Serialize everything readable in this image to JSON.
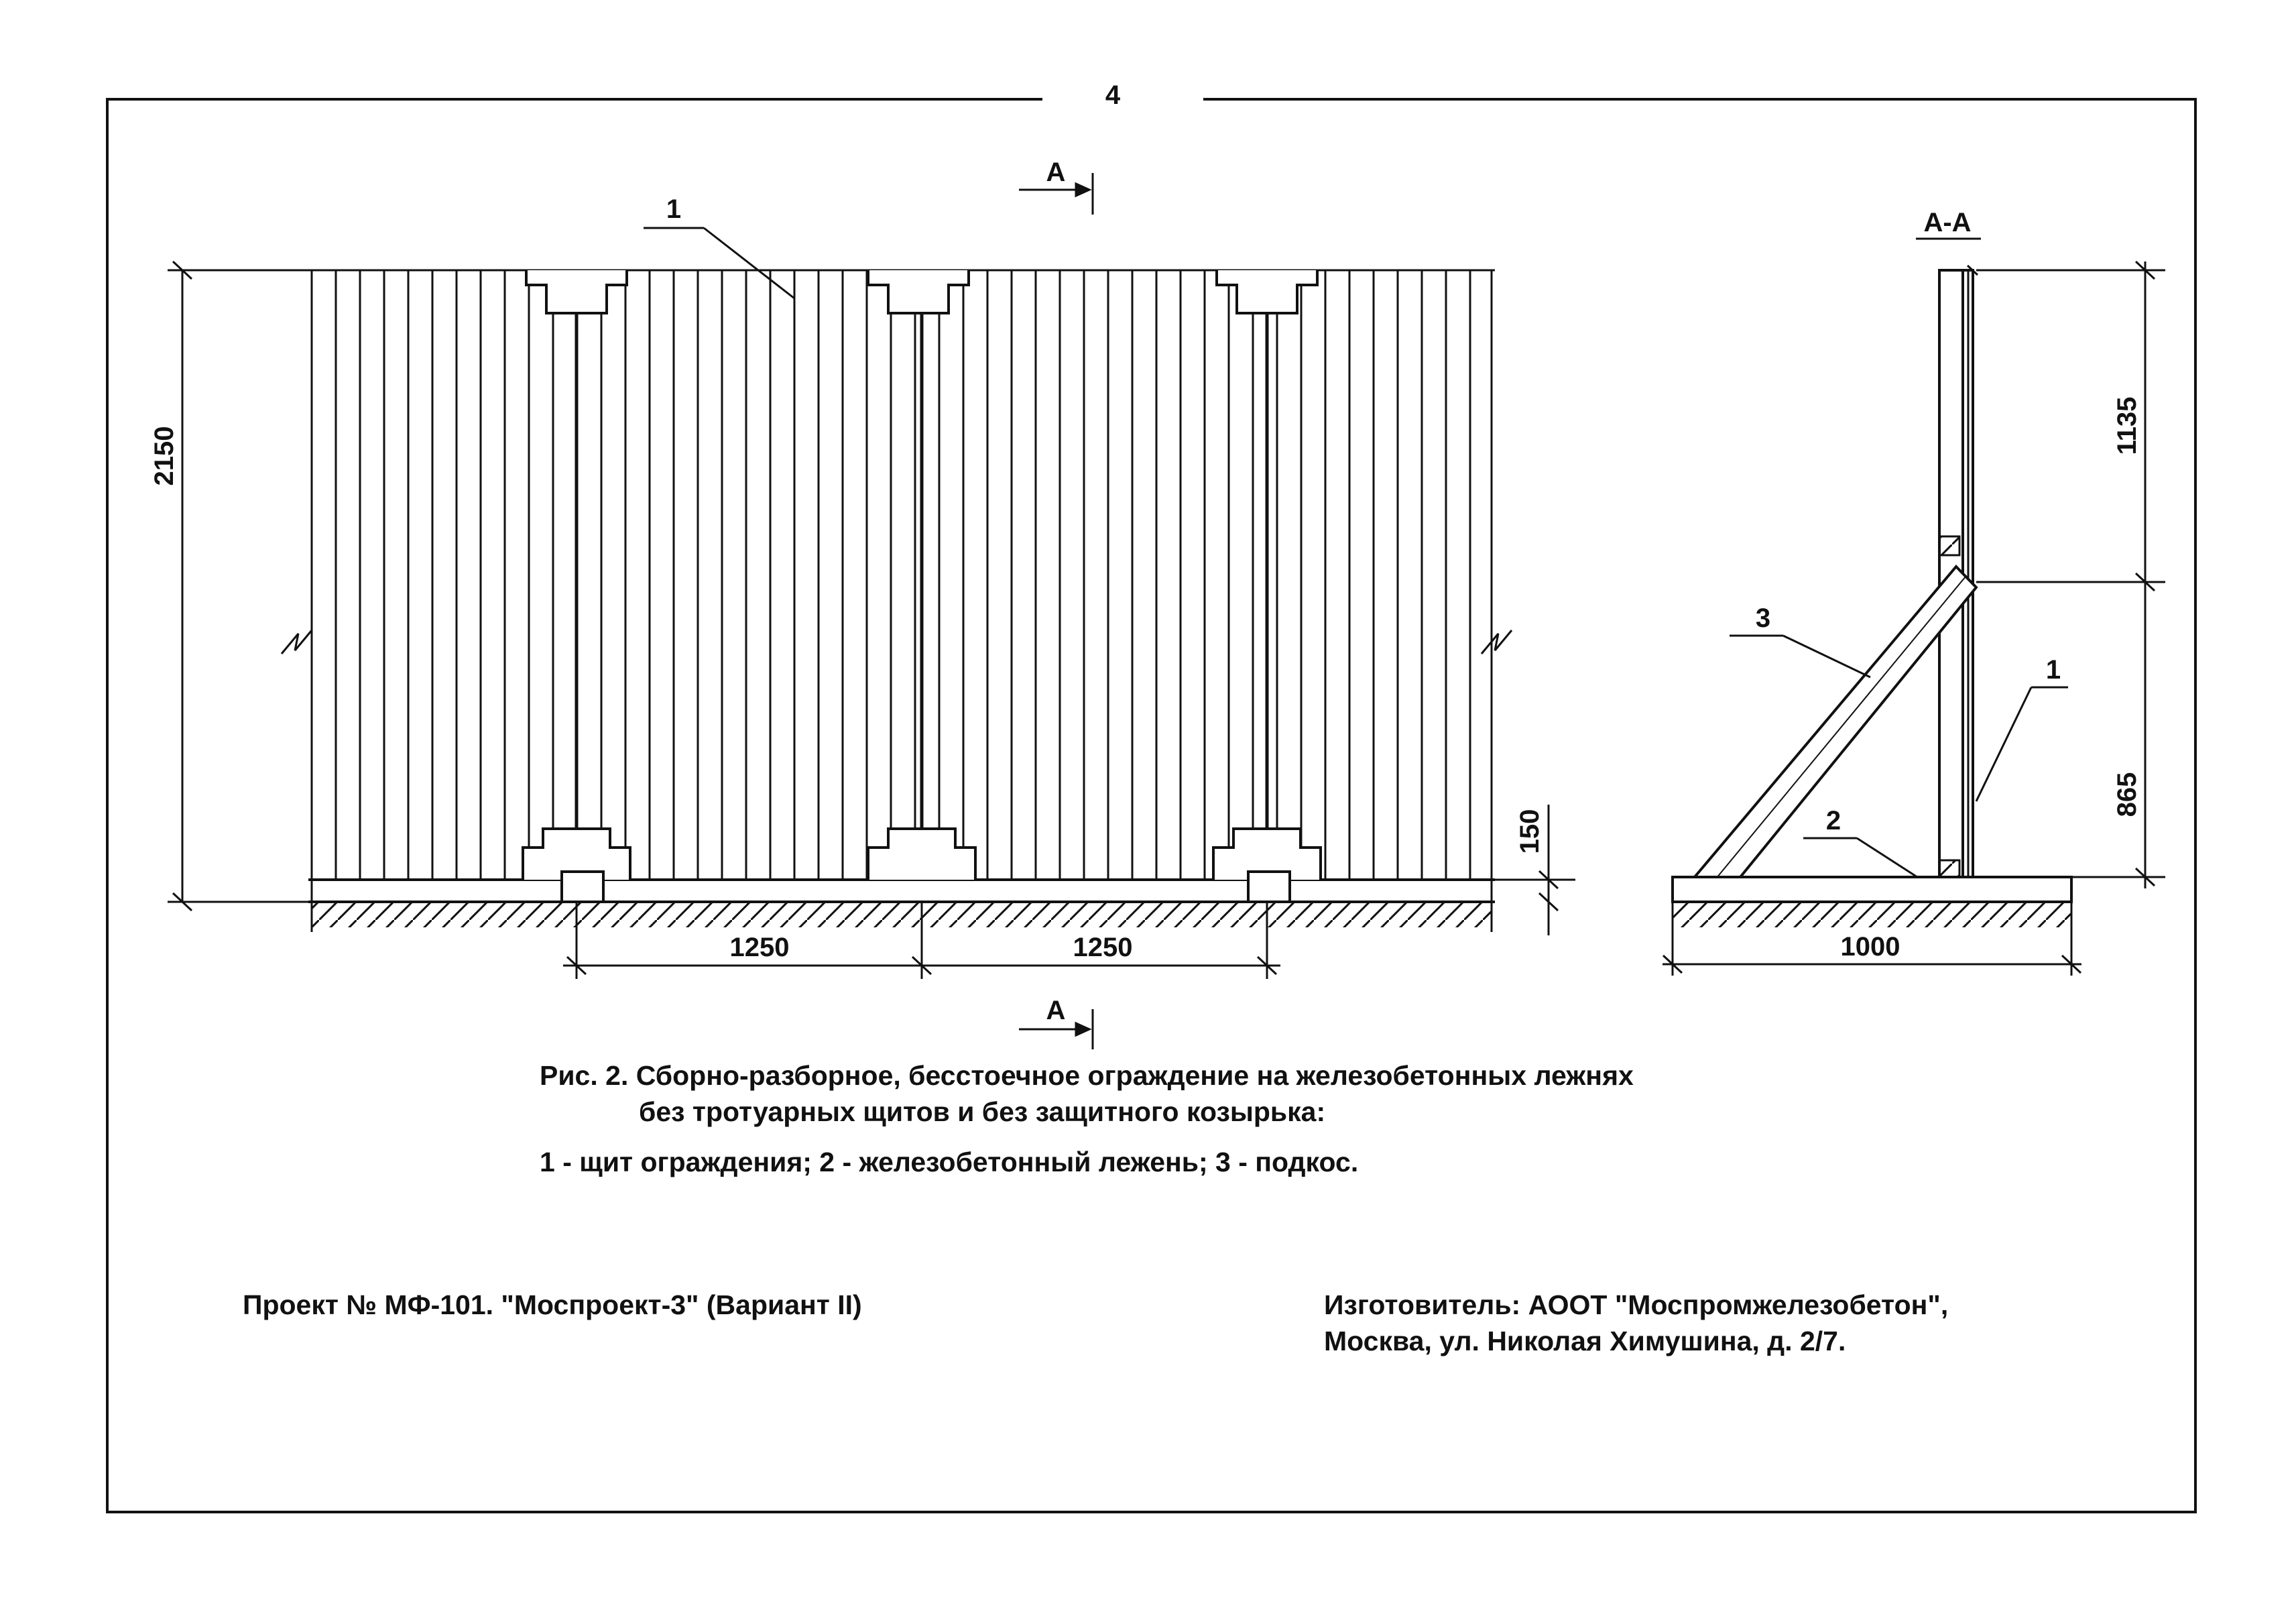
{
  "page_number": "4",
  "section_marker": "А",
  "section_title": "А-А",
  "callouts": {
    "panel": "1",
    "sleeper": "2",
    "brace": "3"
  },
  "dimensions": {
    "fence_height": "2150",
    "sleeper_height": "150",
    "span_1": "1250",
    "span_2": "1250",
    "upper_height": "1135",
    "lower_height": "865",
    "base_width": "1000"
  },
  "caption": {
    "line1": "Рис. 2. Сборно-разборное, бесстоечное ограждение на железобетонных лежнях",
    "line2": "без тротуарных щитов и без защитного козырька:",
    "legend": "1 - щит ограждения; 2 - железобетонный лежень; 3 - подкос."
  },
  "footer": {
    "project": "Проект  № МФ-101. \"Моспроект-3\" (Вариант II)",
    "maker_line1": "Изготовитель: АООТ \"Моспромжелезобетон\",",
    "maker_line2": "Москва, ул. Николая Химушина, д. 2/7."
  }
}
